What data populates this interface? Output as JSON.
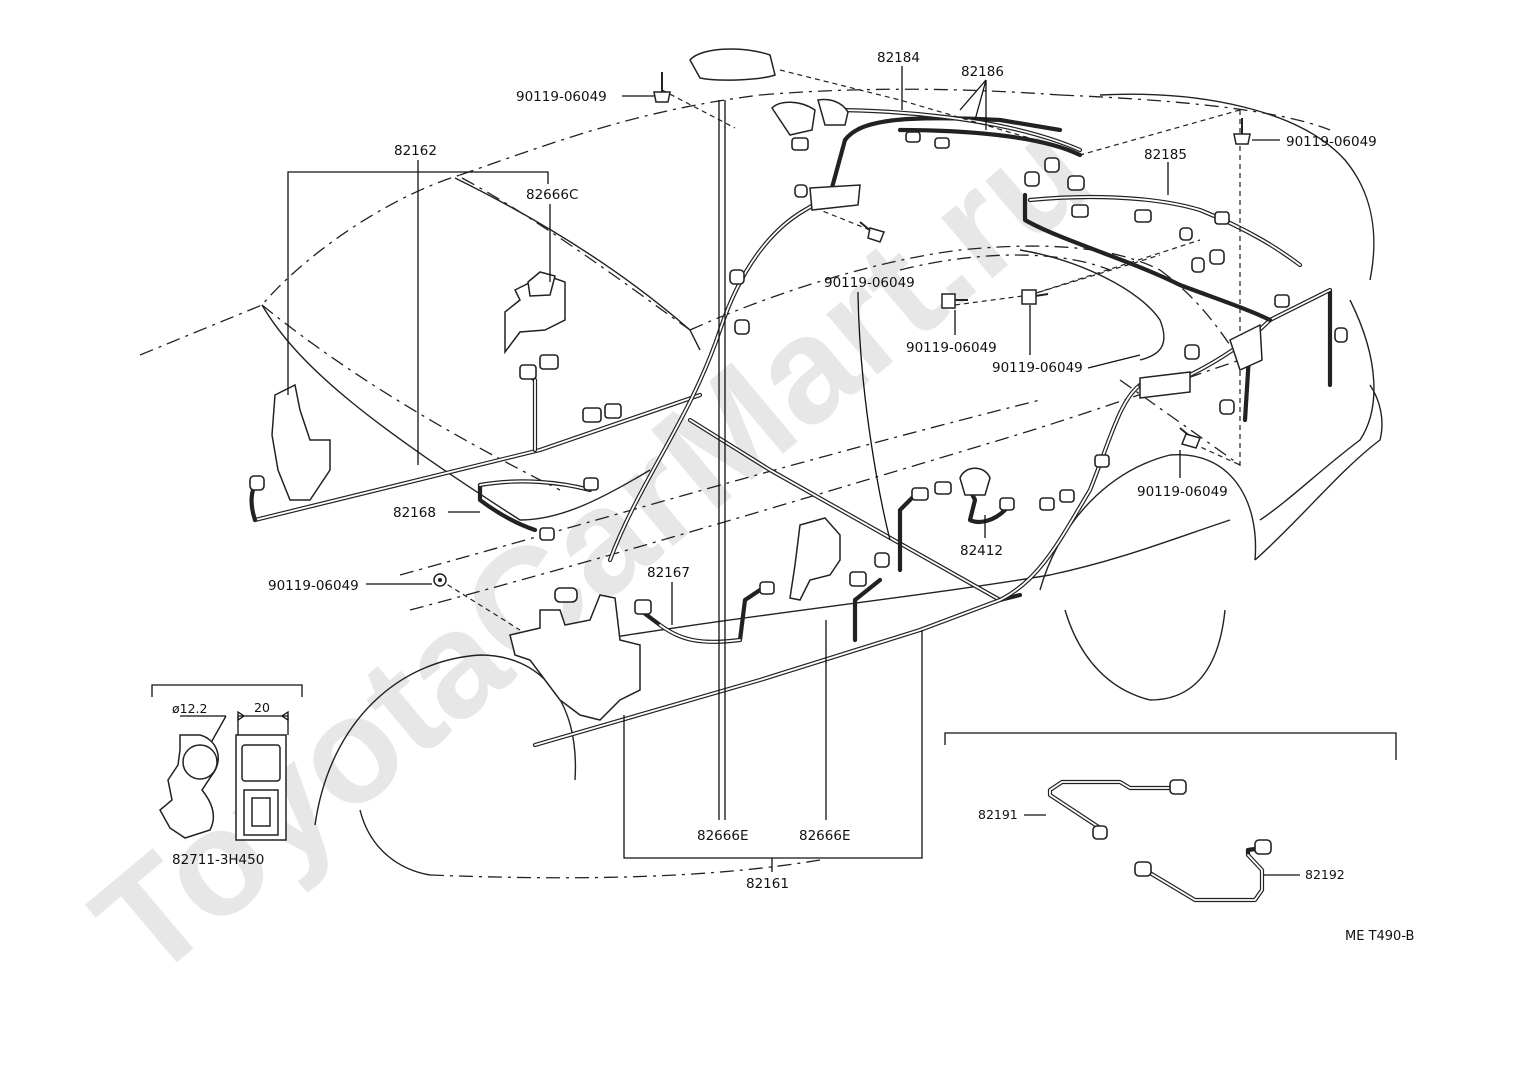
{
  "watermark": "ToyotaCarMart.ru",
  "diagram_code": "ME T490-B",
  "parts": {
    "screw_top_left": "90119-06049",
    "screw_top_right": "90119-06049",
    "screw_center": "90119-06049",
    "screw_right_mid_a": "90119-06049",
    "screw_right_mid_b": "90119-06049",
    "screw_right_low": "90119-06049",
    "screw_left_low": "90119-06049",
    "harness_82184": "82184",
    "harness_82186": "82186",
    "harness_82185": "82185",
    "harness_82162": "82162",
    "protector_82666c": "82666C",
    "harness_82168": "82168",
    "harness_82167": "82167",
    "harness_82412": "82412",
    "protector_82666e_a": "82666E",
    "protector_82666e_b": "82666E",
    "harness_82161": "82161",
    "harness_82191": "82191",
    "harness_82192": "82192",
    "clamp_82711": "82711-3H450"
  },
  "clamp_detail": {
    "diameter": "ø12.2",
    "width": "20"
  }
}
